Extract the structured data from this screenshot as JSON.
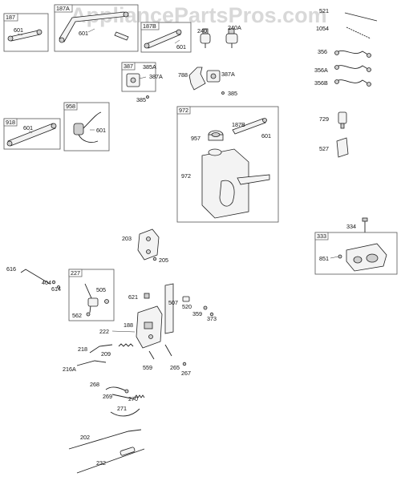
{
  "watermark": "AppliancePartsPros.com",
  "boxes": {
    "b187": "187",
    "b187a": "187A",
    "b187b": "187B",
    "b387": "387",
    "b918": "918",
    "b958": "958",
    "b972": "972",
    "b227": "227",
    "b333": "333"
  },
  "labels": {
    "p601_a": "601",
    "p601_b": "601",
    "p601_c": "601",
    "p601_d": "601",
    "p601_e": "601",
    "p601_f": "601",
    "p240": "240",
    "p240a": "240A",
    "p521": "521",
    "p1054": "1054",
    "p356": "356",
    "p356a": "356A",
    "p356b": "356B",
    "p385a": "385A",
    "p387a": "387A",
    "p385_a": "385",
    "p788": "788",
    "p387a_b": "387A",
    "p385_b": "385",
    "p187b_b": "187B",
    "p957": "957",
    "p972": "972",
    "p729": "729",
    "p527": "527",
    "p334": "334",
    "p851": "851",
    "p203": "203",
    "p205": "205",
    "p616": "616",
    "p404": "404",
    "p614": "614",
    "p505": "505",
    "p562": "562",
    "p621": "621",
    "p507": "507",
    "p520": "520",
    "p359": "359",
    "p373": "373",
    "p188": "188",
    "p222": "222",
    "p218": "218",
    "p209": "209",
    "p216a": "216A",
    "p559": "559",
    "p265": "265",
    "p267": "267",
    "p268": "268",
    "p269": "269",
    "p270": "270",
    "p271": "271",
    "p202": "202",
    "p232": "232"
  }
}
